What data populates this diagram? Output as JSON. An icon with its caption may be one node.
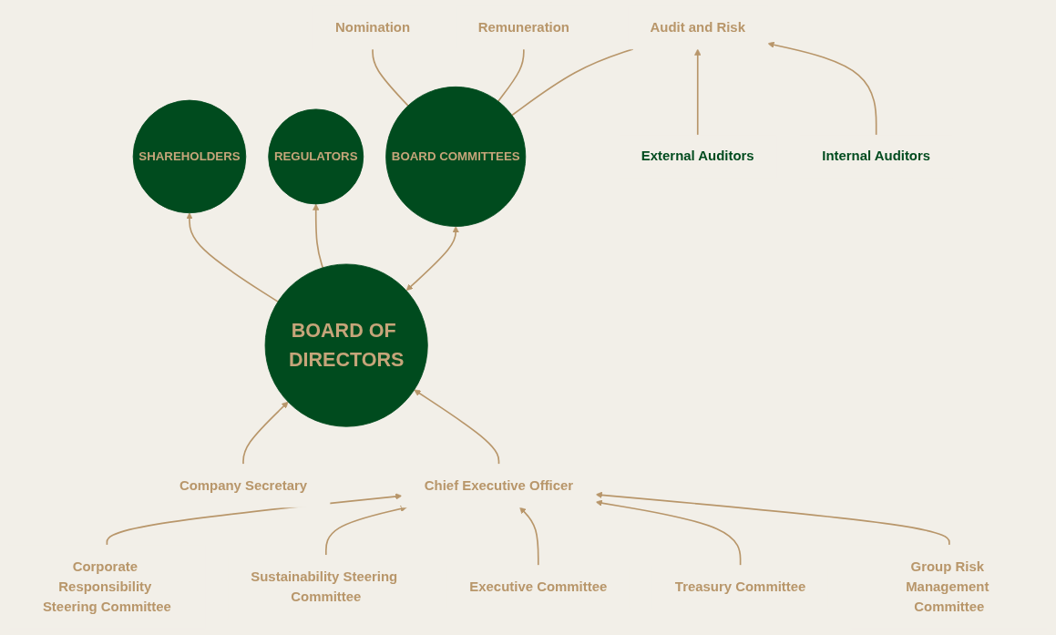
{
  "diagram": {
    "nodes": [
      {
        "text": [
          "SHAREHOLDERS"
        ]
      },
      {
        "text": [
          "REGULATORS"
        ]
      },
      {
        "text": [
          "BOARD OF DIRECTORS"
        ]
      },
      {
        "text": [
          "Company Secretary"
        ]
      },
      {
        "text": [
          "BOARD COMMITTEES"
        ]
      },
      {
        "text": [
          "Remuneration"
        ]
      },
      {
        "text": [
          "Audit and Risk"
        ]
      },
      {
        "text": [
          "Nomination"
        ]
      },
      {
        "text": [
          "Chief Executive Officer"
        ]
      },
      {
        "text": [
          "External Auditors"
        ]
      },
      {
        "text": [
          "Internal Auditors"
        ]
      },
      {
        "text": [
          "Corporate Responsibility Steering Committee"
        ]
      },
      {
        "text": [
          "Sustainability Steering Committee"
        ]
      },
      {
        "text": [
          "Executive Committee"
        ]
      },
      {
        "text": [
          "Treasury Committee"
        ]
      },
      {
        "text": [
          "Group Risk Management Committee"
        ]
      }
    ],
    "edges": [
      {
        "from": 2,
        "to": 0,
        "arrow": "to"
      },
      {
        "from": 2,
        "to": 1,
        "arrow": "to"
      },
      {
        "from": 3,
        "to": 2,
        "arrow": "to"
      },
      {
        "from": 2,
        "to": 4,
        "arrow": "both"
      },
      {
        "from": 4,
        "to": 5,
        "arrow": "none"
      },
      {
        "from": 4,
        "to": 6,
        "arrow": "none"
      },
      {
        "from": 4,
        "to": 7,
        "arrow": "none"
      },
      {
        "from": 8,
        "to": 2,
        "arrow": "to"
      },
      {
        "from": 9,
        "to": 6,
        "arrow": "to"
      },
      {
        "from": 10,
        "to": 6,
        "arrow": "to"
      },
      {
        "from": 11,
        "to": 8,
        "arrow": "to"
      },
      {
        "from": 12,
        "to": 8,
        "arrow": "to"
      },
      {
        "from": 13,
        "to": 8,
        "arrow": "to"
      },
      {
        "from": 14,
        "to": 8,
        "arrow": "to"
      },
      {
        "from": 15,
        "to": 8,
        "arrow": "to"
      }
    ]
  }
}
